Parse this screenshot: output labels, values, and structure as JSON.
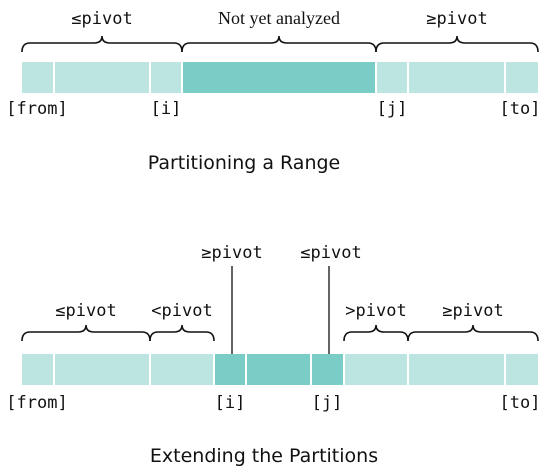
{
  "colors": {
    "light": "#bce5e2",
    "dark": "#7accc6",
    "divider": "#ffffff",
    "ink": "#111111"
  },
  "top": {
    "label_left": "≤pivot",
    "label_middle": "Not yet analyzed",
    "label_right": "≥pivot",
    "index_from": "[from]",
    "index_i": "[i]",
    "index_j": "[j]",
    "index_to": "[to]",
    "caption": "Partitioning a Range"
  },
  "bottom": {
    "label_le": "≤pivot",
    "label_lt": "<pivot",
    "label_ge_i": "≥pivot",
    "label_le_j": "≤pivot",
    "label_gt": ">pivot",
    "label_ge": "≥pivot",
    "index_from": "[from]",
    "index_i": "[i]",
    "index_j": "[j]",
    "index_to": "[to]",
    "caption": "Extending the Partitions"
  }
}
